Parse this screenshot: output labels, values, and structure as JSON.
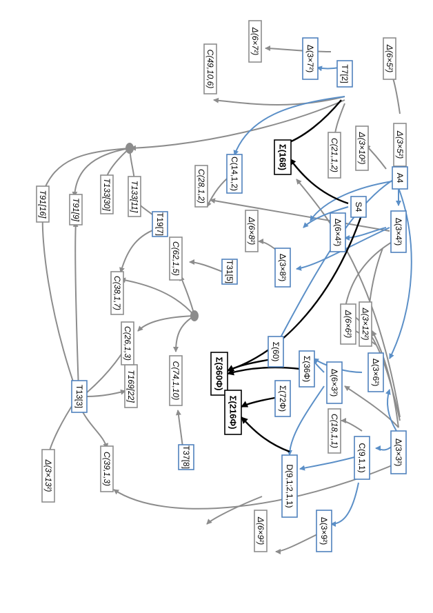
{
  "colors": {
    "gray": "#8c8c8c",
    "blue": "#5b8fc7",
    "black": "#000000",
    "node_gray": "#8c8c8c",
    "node_blue": "#4f81bd",
    "node_black": "#000000"
  },
  "nodes": [
    {
      "id": "D6x13",
      "label": "Δ(3×13²)",
      "style": "gray",
      "italic": true
    },
    {
      "id": "T13",
      "label": "T13[3]",
      "style": "blue"
    },
    {
      "id": "T169",
      "label": "T169[22]",
      "style": "gray",
      "italic": true
    },
    {
      "id": "C39",
      "label": "C(39,1,3)",
      "style": "gray",
      "italic": true
    },
    {
      "id": "T37",
      "label": "T37[8]",
      "style": "blue"
    },
    {
      "id": "C74",
      "label": "C(74,1,10)",
      "style": "gray",
      "italic": true
    },
    {
      "id": "C26",
      "label": "C(26,1,3)",
      "style": "gray",
      "italic": true
    },
    {
      "id": "C38",
      "label": "C(38,1,7)",
      "style": "gray",
      "italic": true
    },
    {
      "id": "C62",
      "label": "C(62,1,5)",
      "style": "gray",
      "italic": true
    },
    {
      "id": "T31",
      "label": "T31[5]",
      "style": "blue"
    },
    {
      "id": "T19",
      "label": "T19[7]",
      "style": "blue"
    },
    {
      "id": "T91_16",
      "label": "T91[16]",
      "style": "gray",
      "italic": true
    },
    {
      "id": "T91_9",
      "label": "T91[9]",
      "style": "gray",
      "italic": true
    },
    {
      "id": "T133_30",
      "label": "T133[30]",
      "style": "gray",
      "italic": true
    },
    {
      "id": "T133_11",
      "label": "T133[11]",
      "style": "gray",
      "italic": true
    },
    {
      "id": "C28",
      "label": "C(28,1,2)",
      "style": "gray",
      "italic": true
    },
    {
      "id": "C14",
      "label": "C(14,1,2)",
      "style": "blue"
    },
    {
      "id": "C49",
      "label": "C(49,10,6)",
      "style": "gray",
      "italic": true
    },
    {
      "id": "D6x7",
      "label": "Δ(6×7²)",
      "style": "gray",
      "italic": true
    },
    {
      "id": "D3x7",
      "label": "Δ(3×7²)",
      "style": "blue"
    },
    {
      "id": "T7",
      "label": "T7[2]",
      "style": "blue"
    },
    {
      "id": "S168",
      "label": "Σ(168)",
      "style": "black",
      "bold": true
    },
    {
      "id": "C21",
      "label": "C(21,1,2)",
      "style": "gray",
      "italic": true
    },
    {
      "id": "D3x10",
      "label": "Δ(3×10²)",
      "style": "gray",
      "italic": true
    },
    {
      "id": "D6x5",
      "label": "Δ(6×5²)",
      "style": "gray",
      "italic": true
    },
    {
      "id": "D3x5",
      "label": "Δ(3×5²)",
      "style": "gray",
      "italic": true
    },
    {
      "id": "A4",
      "label": "A4",
      "style": "blue"
    },
    {
      "id": "S4",
      "label": "S4",
      "style": "blue"
    },
    {
      "id": "D6x8",
      "label": "Δ(6×8²)",
      "style": "gray",
      "italic": true
    },
    {
      "id": "D3x8",
      "label": "Δ(3×8²)",
      "style": "blue"
    },
    {
      "id": "D6x4",
      "label": "Δ(6×4²)",
      "style": "blue"
    },
    {
      "id": "D3x4",
      "label": "Δ(3×4²)",
      "style": "blue"
    },
    {
      "id": "S60",
      "label": "Σ(60)",
      "style": "blue"
    },
    {
      "id": "S360",
      "label": "Σ(360Φ)",
      "style": "black",
      "bold": true
    },
    {
      "id": "S36",
      "label": "Σ(36Φ)",
      "style": "blue"
    },
    {
      "id": "D6x6",
      "label": "Δ(6×6²)",
      "style": "gray",
      "italic": true
    },
    {
      "id": "D3x12",
      "label": "Δ(3×12²)",
      "style": "gray",
      "italic": true
    },
    {
      "id": "D3x6",
      "label": "Δ(3×6²)",
      "style": "blue"
    },
    {
      "id": "S72",
      "label": "Σ(72Φ)",
      "style": "blue"
    },
    {
      "id": "S216",
      "label": "Σ(216Φ)",
      "style": "black",
      "bold": true
    },
    {
      "id": "D6x3",
      "label": "Δ(6×3²)",
      "style": "blue"
    },
    {
      "id": "C18",
      "label": "C(18,1,1)",
      "style": "gray",
      "italic": true
    },
    {
      "id": "D9",
      "label": "D(9,1;2,1,1)",
      "style": "blue"
    },
    {
      "id": "C9",
      "label": "C(9,1,1)",
      "style": "blue"
    },
    {
      "id": "D3x3",
      "label": "Δ(3×3²)",
      "style": "blue"
    },
    {
      "id": "D3x9",
      "label": "Δ(3×9²)",
      "style": "blue"
    },
    {
      "id": "D6x9",
      "label": "Δ(6×9²)",
      "style": "gray",
      "italic": true
    }
  ]
}
